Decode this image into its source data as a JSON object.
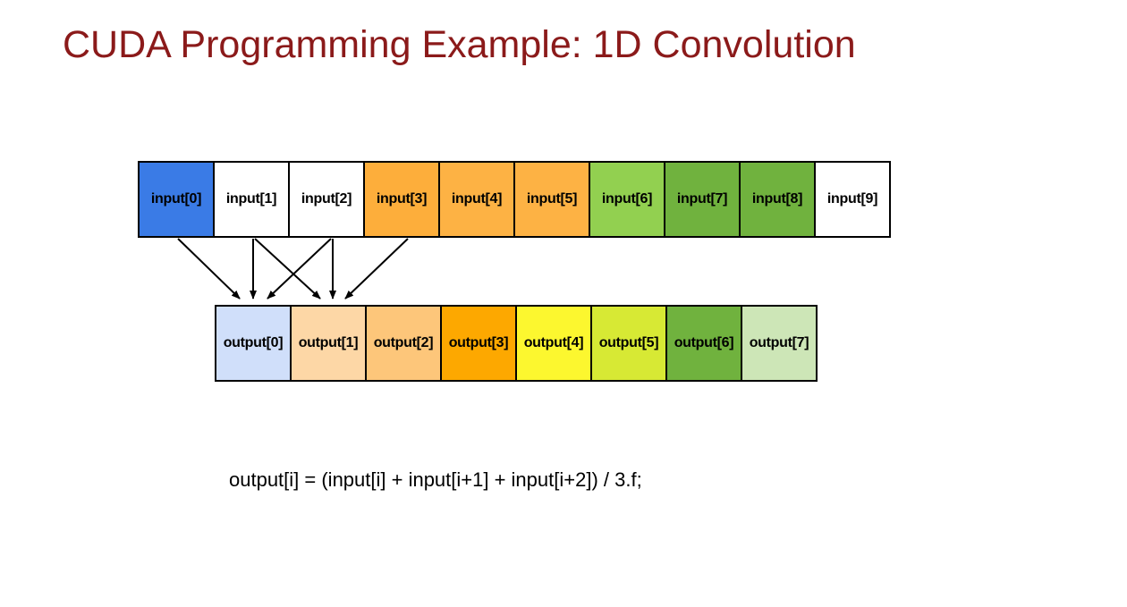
{
  "title": "CUDA Programming Example: 1D Convolution",
  "input_cells": [
    {
      "label": "input[0]",
      "color": "#3a7be6"
    },
    {
      "label": "input[1]",
      "color": "#ffffff"
    },
    {
      "label": "input[2]",
      "color": "#ffffff"
    },
    {
      "label": "input[3]",
      "color": "#fdae3b"
    },
    {
      "label": "input[4]",
      "color": "#fdb244"
    },
    {
      "label": "input[5]",
      "color": "#fdb244"
    },
    {
      "label": "input[6]",
      "color": "#92d050"
    },
    {
      "label": "input[7]",
      "color": "#70b23e"
    },
    {
      "label": "input[8]",
      "color": "#70b23e"
    },
    {
      "label": "input[9]",
      "color": "#ffffff"
    }
  ],
  "output_cells": [
    {
      "label": "output[0]",
      "color": "#d0dffa"
    },
    {
      "label": "output[1]",
      "color": "#fdd7a6"
    },
    {
      "label": "output[2]",
      "color": "#fdc67a"
    },
    {
      "label": "output[3]",
      "color": "#fda800"
    },
    {
      "label": "output[4]",
      "color": "#fcf72f"
    },
    {
      "label": "output[5]",
      "color": "#d7e934"
    },
    {
      "label": "output[6]",
      "color": "#70b23e"
    },
    {
      "label": "output[7]",
      "color": "#cde6b7"
    }
  ],
  "formula": "output[i] = (input[i] + input[i+1] + input[i+2]) / 3.f;"
}
